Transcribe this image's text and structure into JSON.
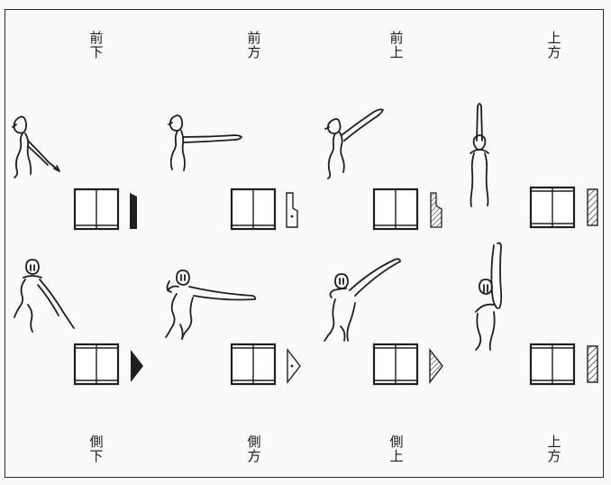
{
  "labels": {
    "top": [
      [
        "前",
        "下"
      ],
      [
        "前",
        "方"
      ],
      [
        "前",
        "上"
      ],
      [
        "上",
        "方"
      ]
    ],
    "bottom": [
      [
        "側",
        "下"
      ],
      [
        "側",
        "方"
      ],
      [
        "側",
        "上"
      ],
      [
        "上",
        "方"
      ]
    ]
  },
  "colors": {
    "ink": "#1f1f1f",
    "paper": "#fbfbf8",
    "frame": "#2a2a2a"
  }
}
